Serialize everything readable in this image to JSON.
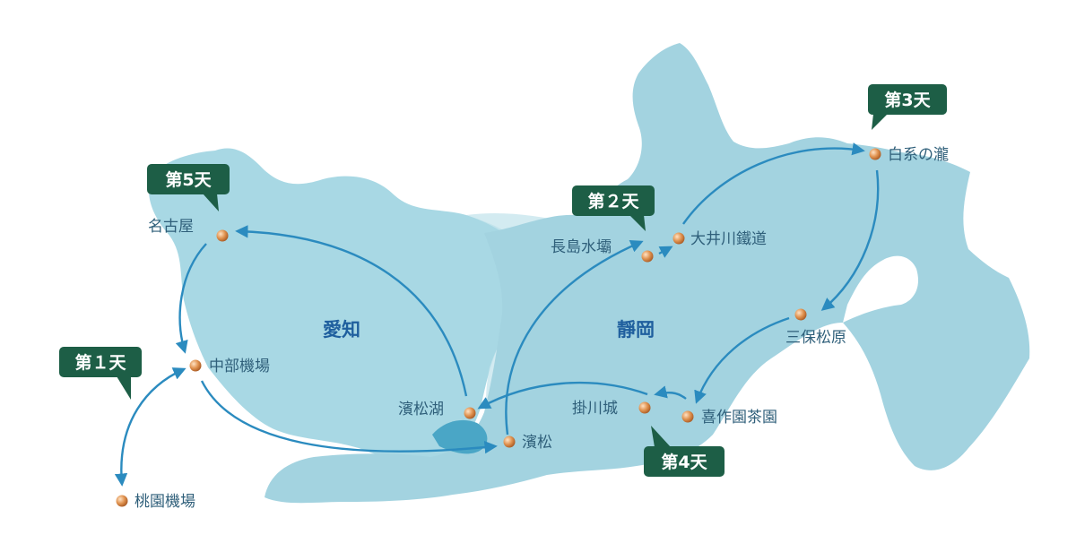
{
  "regions": {
    "aichi": "愛知",
    "shizuoka": "靜岡"
  },
  "places": {
    "taoyuan_airport": "桃園機場",
    "chubu_airport": "中部機場",
    "nagoya": "名古屋",
    "lake_hamana": "濱松湖",
    "hamamatsu": "濱松",
    "nagashima_dam": "長島水壩",
    "oigawa_railway": "大井川鐵道",
    "shiraito_falls": "白系の瀧",
    "miho_no_matsubara": "三保松原",
    "kakegawa_castle": "掛川城",
    "kisakuen_tea": "喜作園茶園"
  },
  "days": {
    "day1": "第１天",
    "day2": "第２天",
    "day3": "第3天",
    "day4": "第4天",
    "day5": "第5天"
  },
  "colors": {
    "land_aichi": "#a8d8e4",
    "land_shizuoka": "#a3d3e0",
    "land_light": "#c8e6ee",
    "lake": "#4aa6c6",
    "route": "#2b8bbf",
    "label_bg": "#1d5e46",
    "dot": "#d8894f",
    "place_text": "#2f5f7a",
    "region_text": "#1f5f9e"
  },
  "icons": {
    "place_marker": "orange-dot-icon",
    "route_arrow": "arrow-head-icon"
  }
}
